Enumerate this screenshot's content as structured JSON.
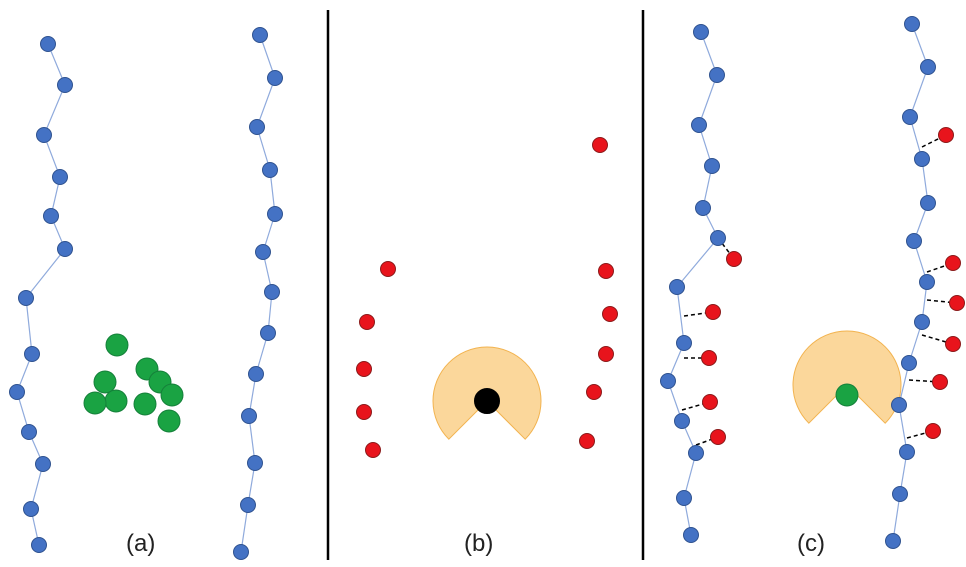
{
  "panels": [
    {
      "id": "a",
      "label": "(a)"
    },
    {
      "id": "b",
      "label": "(b)"
    },
    {
      "id": "c",
      "label": "(c)"
    }
  ],
  "colors": {
    "chain_bead": "#4472C4",
    "chain_bead_stroke": "#2F528F",
    "chain_line": "#8FAADC",
    "green_particle": "#1AA343",
    "green_particle_stroke": "#15803A",
    "red_site": "#E8141C",
    "red_site_stroke": "#8B1A1A",
    "black_center": "#000000",
    "sector": "#F9C97A",
    "divider": "#000000",
    "bond_dash": "#000000"
  },
  "icons": {
    "chain_bead": "blue-circle",
    "green_particle": "green-circle",
    "red_site": "red-circle",
    "black_center": "black-circle",
    "sector": "pacman-wedge"
  }
}
